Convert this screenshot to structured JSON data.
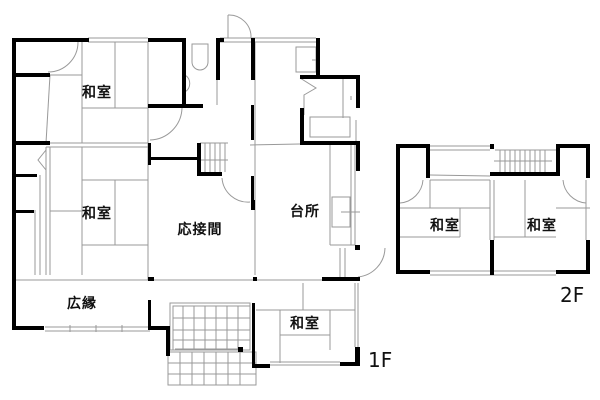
{
  "floor_plan": {
    "floor1": {
      "label": "1F",
      "rooms": [
        {
          "name": "和室",
          "id": "washitsu-1"
        },
        {
          "name": "和室",
          "id": "washitsu-2"
        },
        {
          "name": "応接間",
          "id": "oosetsuma"
        },
        {
          "name": "台所",
          "id": "daidokoro"
        },
        {
          "name": "広縁",
          "id": "hiroen"
        },
        {
          "name": "和室",
          "id": "washitsu-3"
        }
      ]
    },
    "floor2": {
      "label": "2F",
      "rooms": [
        {
          "name": "和室",
          "id": "washitsu-2f-1"
        },
        {
          "name": "和室",
          "id": "washitsu-2f-2"
        }
      ]
    }
  }
}
